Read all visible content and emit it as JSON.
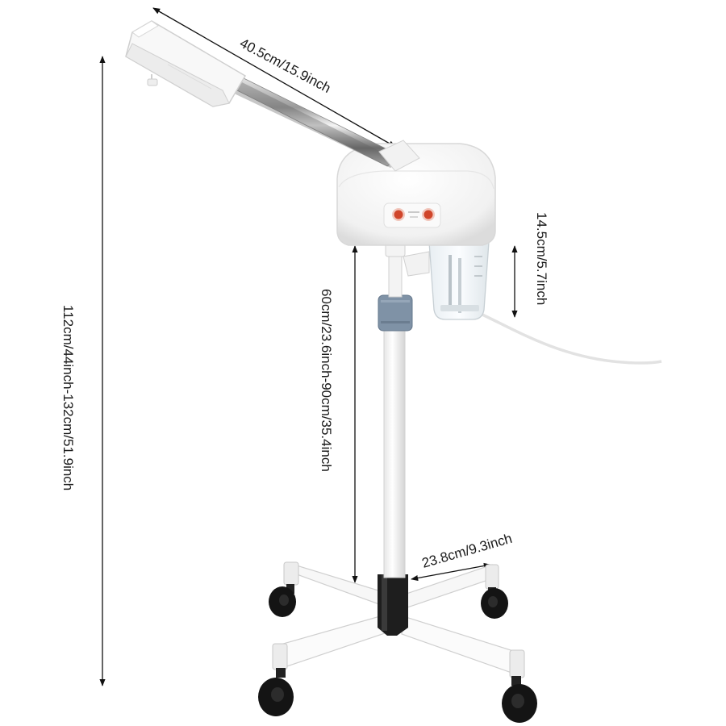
{
  "dimensions": {
    "arm_length": "40.5cm/15.9inch",
    "tank_height": "14.5cm/5.7inch",
    "pole_height": "60cm/23.6inch-90cm/35.4inch",
    "total_height": "112cm/44inch-132cm/51.9inch",
    "leg_length": "23.8cm/9.3inch"
  },
  "colors": {
    "background": "#ffffff",
    "body_white": "#f7f7f7",
    "outline": "#d8d8d8",
    "chrome_dark": "#6b6b6b",
    "knob_blue": "#7f92a6",
    "switch_red": "#d0452a",
    "wheel_black": "#141414",
    "arrow_black": "#111111"
  }
}
